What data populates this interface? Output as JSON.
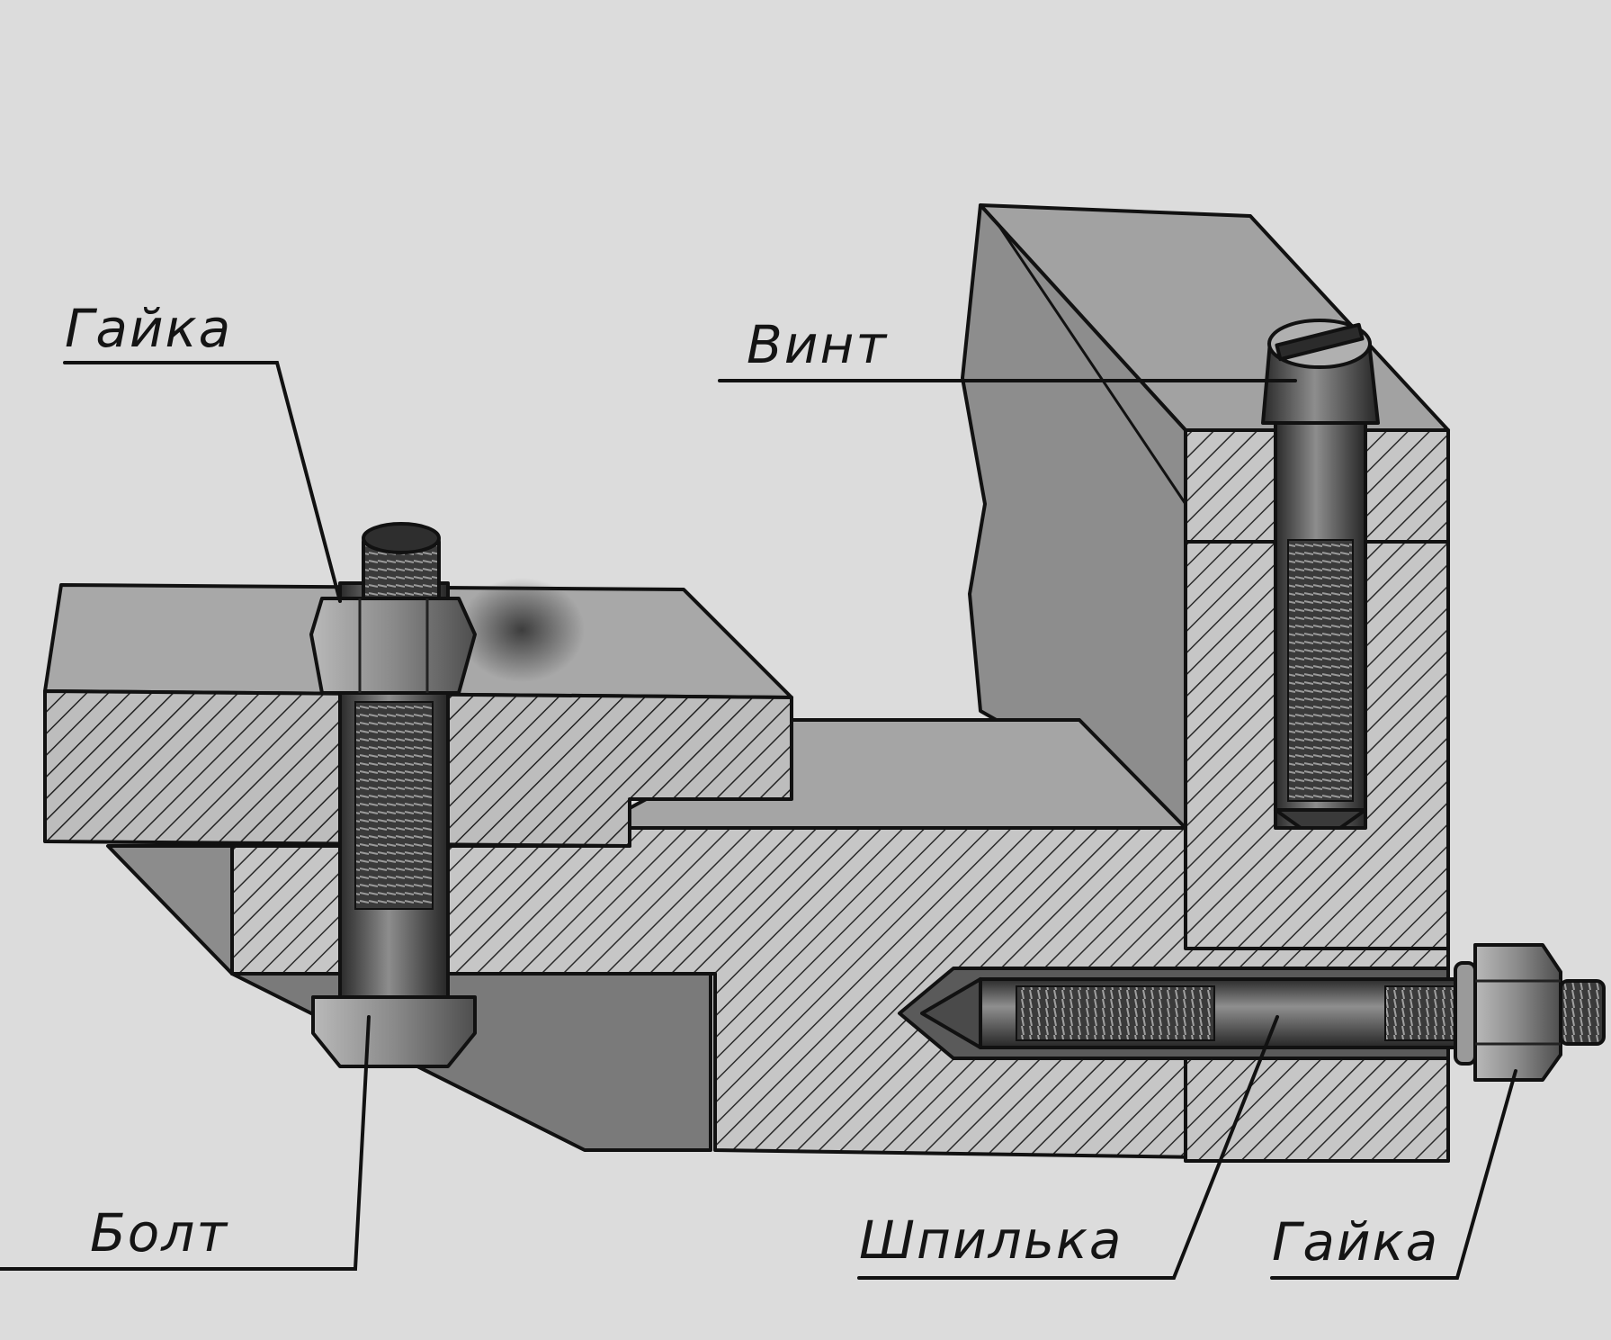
{
  "labels": {
    "nut_top_left": "Гайка",
    "screw": "Винт",
    "bolt": "Болт",
    "stud": "Шпилька",
    "nut_bottom_right": "Гайка"
  },
  "colors": {
    "paper": "#dcdcdc",
    "face_light": "#a9a9a9",
    "face_mid": "#8f8f8f",
    "face_dark": "#6e6e6e",
    "hatch_bg": "#c6c6c6",
    "hatch_line": "#2a2a2a",
    "metal_dark": "#2b2b2b",
    "metal_mid": "#555555",
    "metal_light": "#8a8a8a",
    "ink": "#111111"
  }
}
